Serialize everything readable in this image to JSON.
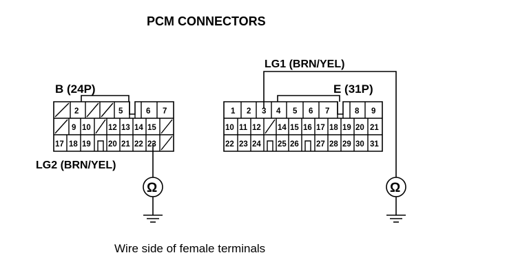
{
  "title": "PCM CONNECTORS",
  "caption": "Wire side of female terminals",
  "connector_b": {
    "name": "B (24P)",
    "rows": [
      [
        "/",
        "2",
        "/",
        "/",
        "5",
        "",
        "6",
        "7"
      ],
      [
        "/",
        "9",
        "10",
        "/",
        "12",
        "13",
        "14",
        "15",
        "/"
      ],
      [
        "17",
        "18",
        "19",
        "",
        "20",
        "21",
        "22",
        "23",
        "/"
      ]
    ],
    "probe_label": "LG2 (BRN/YEL)"
  },
  "connector_e": {
    "name": "E (31P)",
    "rows": [
      [
        "1",
        "2",
        "3",
        "4",
        "5",
        "6",
        "7",
        "",
        "8",
        "9"
      ],
      [
        "10",
        "11",
        "12",
        "/",
        "14",
        "15",
        "16",
        "17",
        "18",
        "19",
        "20",
        "21"
      ],
      [
        "22",
        "23",
        "24",
        "",
        "25",
        "26",
        "",
        "27",
        "28",
        "29",
        "30",
        "31"
      ]
    ],
    "probe_label": "LG1 (BRN/YEL)"
  },
  "meter_symbol": "Ω"
}
